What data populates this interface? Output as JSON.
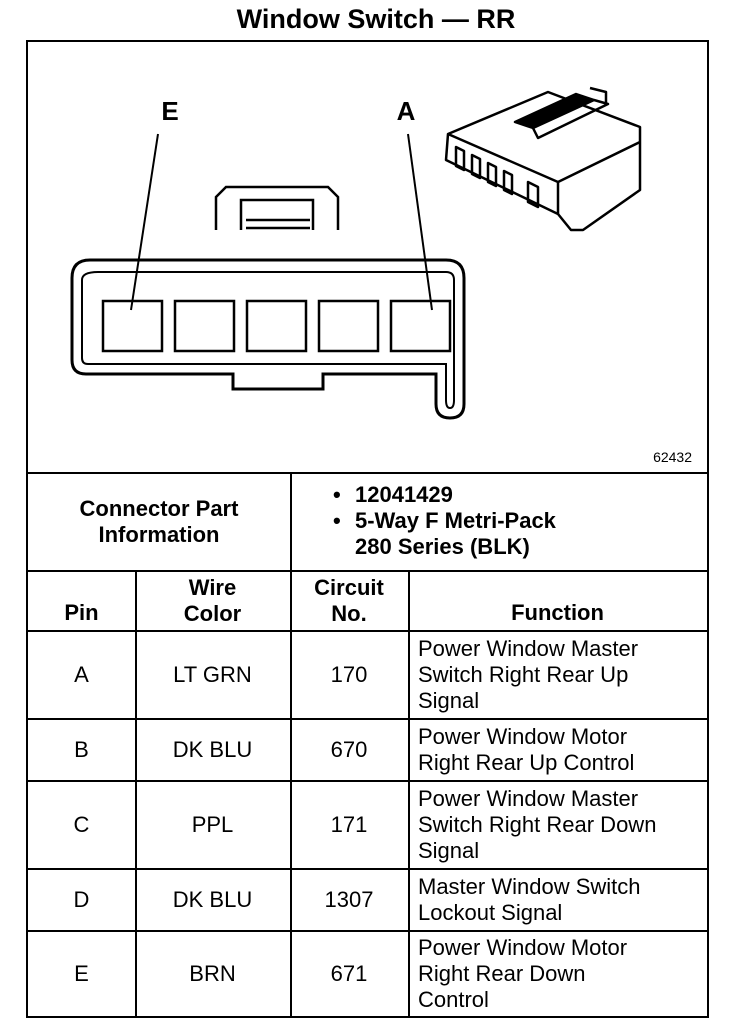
{
  "title": "Window Switch — RR",
  "diagram": {
    "label_e": "E",
    "label_a": "A",
    "figure_number": "62432"
  },
  "connector_info": {
    "label_line1": "Connector Part",
    "label_line2": "Information",
    "part_number": "12041429",
    "description_line1": "5-Way F Metri-Pack",
    "description_line2": "280 Series (BLK)"
  },
  "table": {
    "headers": {
      "pin": "Pin",
      "wire_color_line1": "Wire",
      "wire_color_line2": "Color",
      "circuit_line1": "Circuit",
      "circuit_line2": "No.",
      "function": "Function"
    },
    "rows": [
      {
        "pin": "A",
        "wire_color": "LT GRN",
        "circuit": "170",
        "function": [
          "Power Window Master",
          "Switch Right Rear Up",
          "Signal"
        ]
      },
      {
        "pin": "B",
        "wire_color": "DK BLU",
        "circuit": "670",
        "function": [
          "Power Window Motor",
          "Right Rear Up Control"
        ]
      },
      {
        "pin": "C",
        "wire_color": "PPL",
        "circuit": "171",
        "function": [
          "Power Window Master",
          "Switch Right Rear Down",
          "Signal"
        ]
      },
      {
        "pin": "D",
        "wire_color": "DK BLU",
        "circuit": "1307",
        "function": [
          "Master Window Switch",
          "Lockout Signal"
        ]
      },
      {
        "pin": "E",
        "wire_color": "BRN",
        "circuit": "671",
        "function": [
          "Power Window Motor",
          "Right Rear Down",
          "Control"
        ]
      }
    ]
  }
}
